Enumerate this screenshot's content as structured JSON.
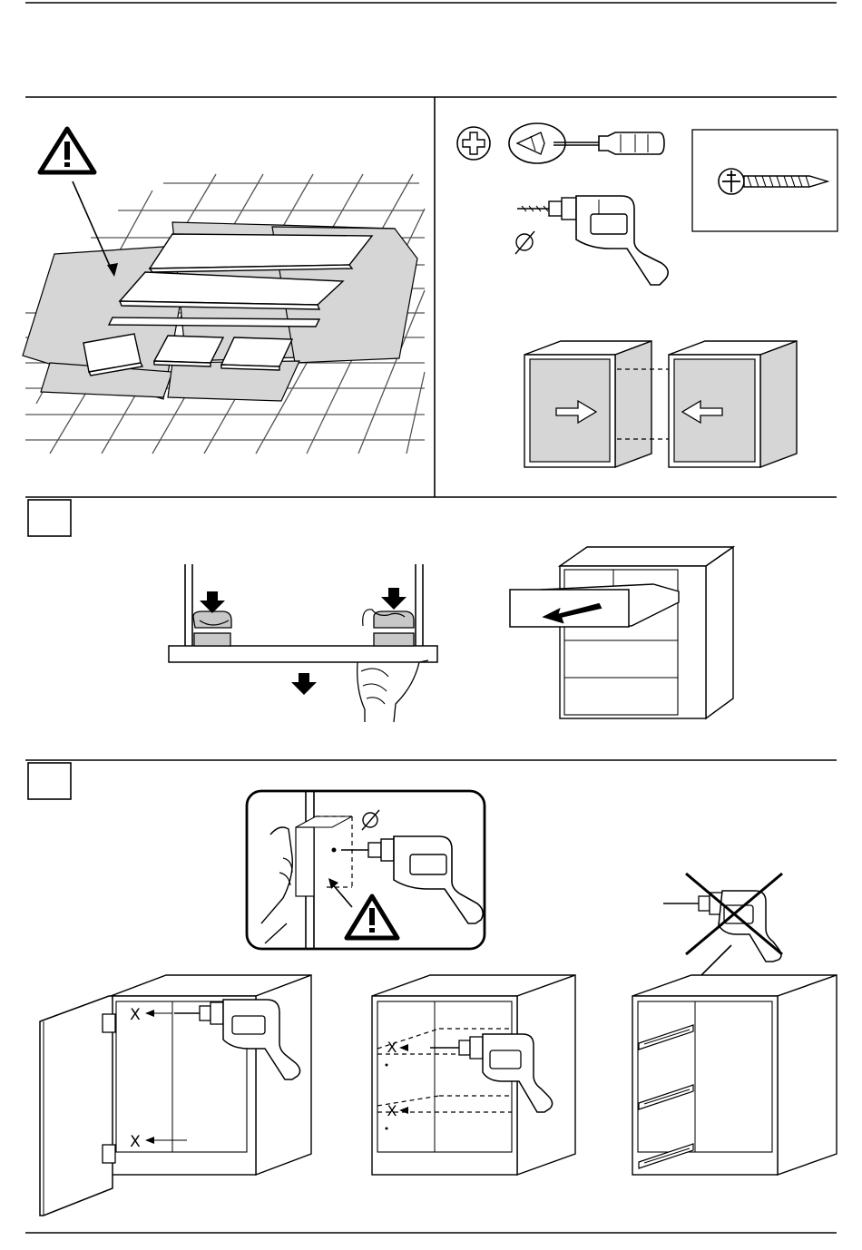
{
  "steps": [
    {
      "number": ""
    },
    {
      "number": ""
    }
  ],
  "icons": {
    "warning": "warning-triangle-icon",
    "phillips": "phillips-head-icon",
    "screwdriver": "screwdriver-icon",
    "drill": "electric-drill-icon",
    "diameter": "diameter-symbol-icon",
    "screw": "wood-screw-icon",
    "no_drill": "crossed-out-drill-icon"
  },
  "symbols": {
    "diameter_1": "Ø",
    "diameter_2": "Ø",
    "hinge_mark_top": "X",
    "hinge_mark_bottom": "X",
    "shelf_mark_top": "X",
    "shelf_mark_bottom": "X"
  },
  "colors": {
    "line": "#000000",
    "panel_fill": "#d6d6d6",
    "background": "#ffffff"
  }
}
